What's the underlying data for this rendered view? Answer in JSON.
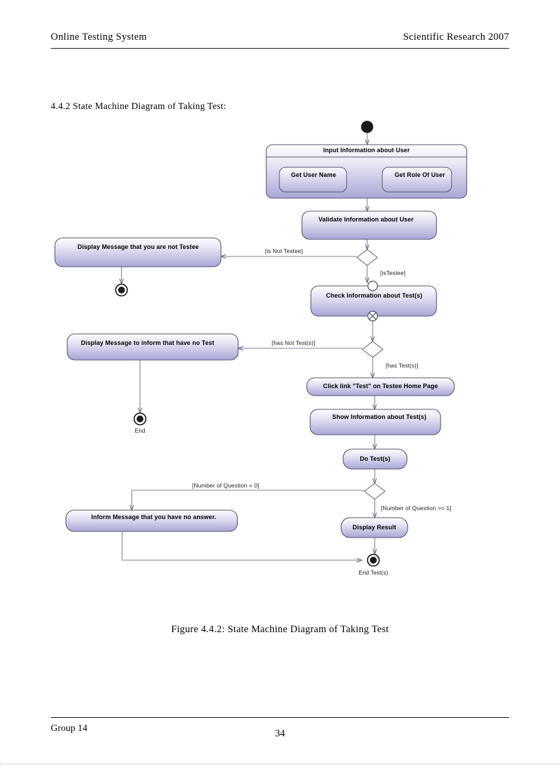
{
  "document": {
    "header_left": "Online Testing System",
    "header_right": "Scientific Research 2007",
    "section_title": "4.4.2 State Machine Diagram of Taking Test:",
    "figure_caption": "Figure 4.4.2: State Machine Diagram of Taking Test",
    "footer_left": "Group 14",
    "page_number": "34"
  },
  "colors": {
    "state_fill_top": "#fbfbfe",
    "state_fill_bottom": "#aaa8d8",
    "state_border": "#4a4a6a",
    "edge": "#7a7a8c",
    "text": "#000000",
    "paper": "#ffffff"
  },
  "diagram": {
    "type": "uml-state-machine",
    "title": "State Machine Diagram of Taking Test",
    "nodes": {
      "initial": {
        "kind": "initial-state",
        "label": ""
      },
      "composite": {
        "kind": "composite-state",
        "label": "Input Information about User"
      },
      "get_user_name": {
        "kind": "state",
        "label": "Get User Name"
      },
      "get_role_of_user": {
        "kind": "state",
        "label": "Get Role Of User"
      },
      "validate": {
        "kind": "state",
        "label": "Validate Information about User"
      },
      "decision1": {
        "kind": "decision",
        "label": ""
      },
      "not_testee": {
        "kind": "state",
        "label": "Display Message that you are not Testee"
      },
      "final_not_testee": {
        "kind": "final-state",
        "label": ""
      },
      "check_tests": {
        "kind": "state",
        "label": "Check Information about Test(s)",
        "entry_point": true,
        "exit_point": true
      },
      "decision2": {
        "kind": "decision",
        "label": ""
      },
      "no_test": {
        "kind": "state",
        "label": "Display Message to inform that have no Test"
      },
      "final_end": {
        "kind": "final-state",
        "label": "End"
      },
      "click_link": {
        "kind": "state",
        "label": "Click link \"Test\" on Testee Home Page"
      },
      "show_info": {
        "kind": "state",
        "label": "Show Information about Test(s)"
      },
      "do_tests": {
        "kind": "state",
        "label": "Do Test(s)"
      },
      "decision3": {
        "kind": "decision",
        "label": ""
      },
      "no_answer": {
        "kind": "state",
        "label": "Inform Message that you have no answer."
      },
      "display_result": {
        "kind": "state",
        "label": "Display Result"
      },
      "final_end_tests": {
        "kind": "final-state",
        "label": "End Test(s)"
      }
    },
    "transitions": [
      {
        "from": "initial",
        "to": "composite",
        "guard": ""
      },
      {
        "from": "composite",
        "to": "validate",
        "guard": ""
      },
      {
        "from": "validate",
        "to": "decision1",
        "guard": ""
      },
      {
        "from": "decision1",
        "to": "not_testee",
        "guard": "[is Not Testee]"
      },
      {
        "from": "not_testee",
        "to": "final_not_testee",
        "guard": ""
      },
      {
        "from": "decision1",
        "to": "check_tests",
        "guard": "[isTestee]"
      },
      {
        "from": "check_tests",
        "to": "decision2",
        "guard": ""
      },
      {
        "from": "decision2",
        "to": "no_test",
        "guard": "[has Not Test(s)]"
      },
      {
        "from": "no_test",
        "to": "final_end",
        "guard": ""
      },
      {
        "from": "decision2",
        "to": "click_link",
        "guard": "[has Test(s)]"
      },
      {
        "from": "click_link",
        "to": "show_info",
        "guard": ""
      },
      {
        "from": "show_info",
        "to": "do_tests",
        "guard": ""
      },
      {
        "from": "do_tests",
        "to": "decision3",
        "guard": ""
      },
      {
        "from": "decision3",
        "to": "no_answer",
        "guard": "[Number of Question = 0]"
      },
      {
        "from": "decision3",
        "to": "display_result",
        "guard": "[Number of Question >= 1]"
      },
      {
        "from": "display_result",
        "to": "final_end_tests",
        "guard": ""
      },
      {
        "from": "no_answer",
        "to": "final_end_tests",
        "guard": ""
      }
    ],
    "guards": {
      "is_not_testee": "[is Not Testee]",
      "is_testee": "[isTestee]",
      "has_not_tests": "[has Not Test(s)]",
      "has_tests": "[has Test(s)]",
      "no_question": "[Number of Question = 0]",
      "some_question": "[Number of Question >= 1]"
    },
    "final_captions": {
      "end": "End",
      "end_tests": "End Test(s)"
    }
  }
}
